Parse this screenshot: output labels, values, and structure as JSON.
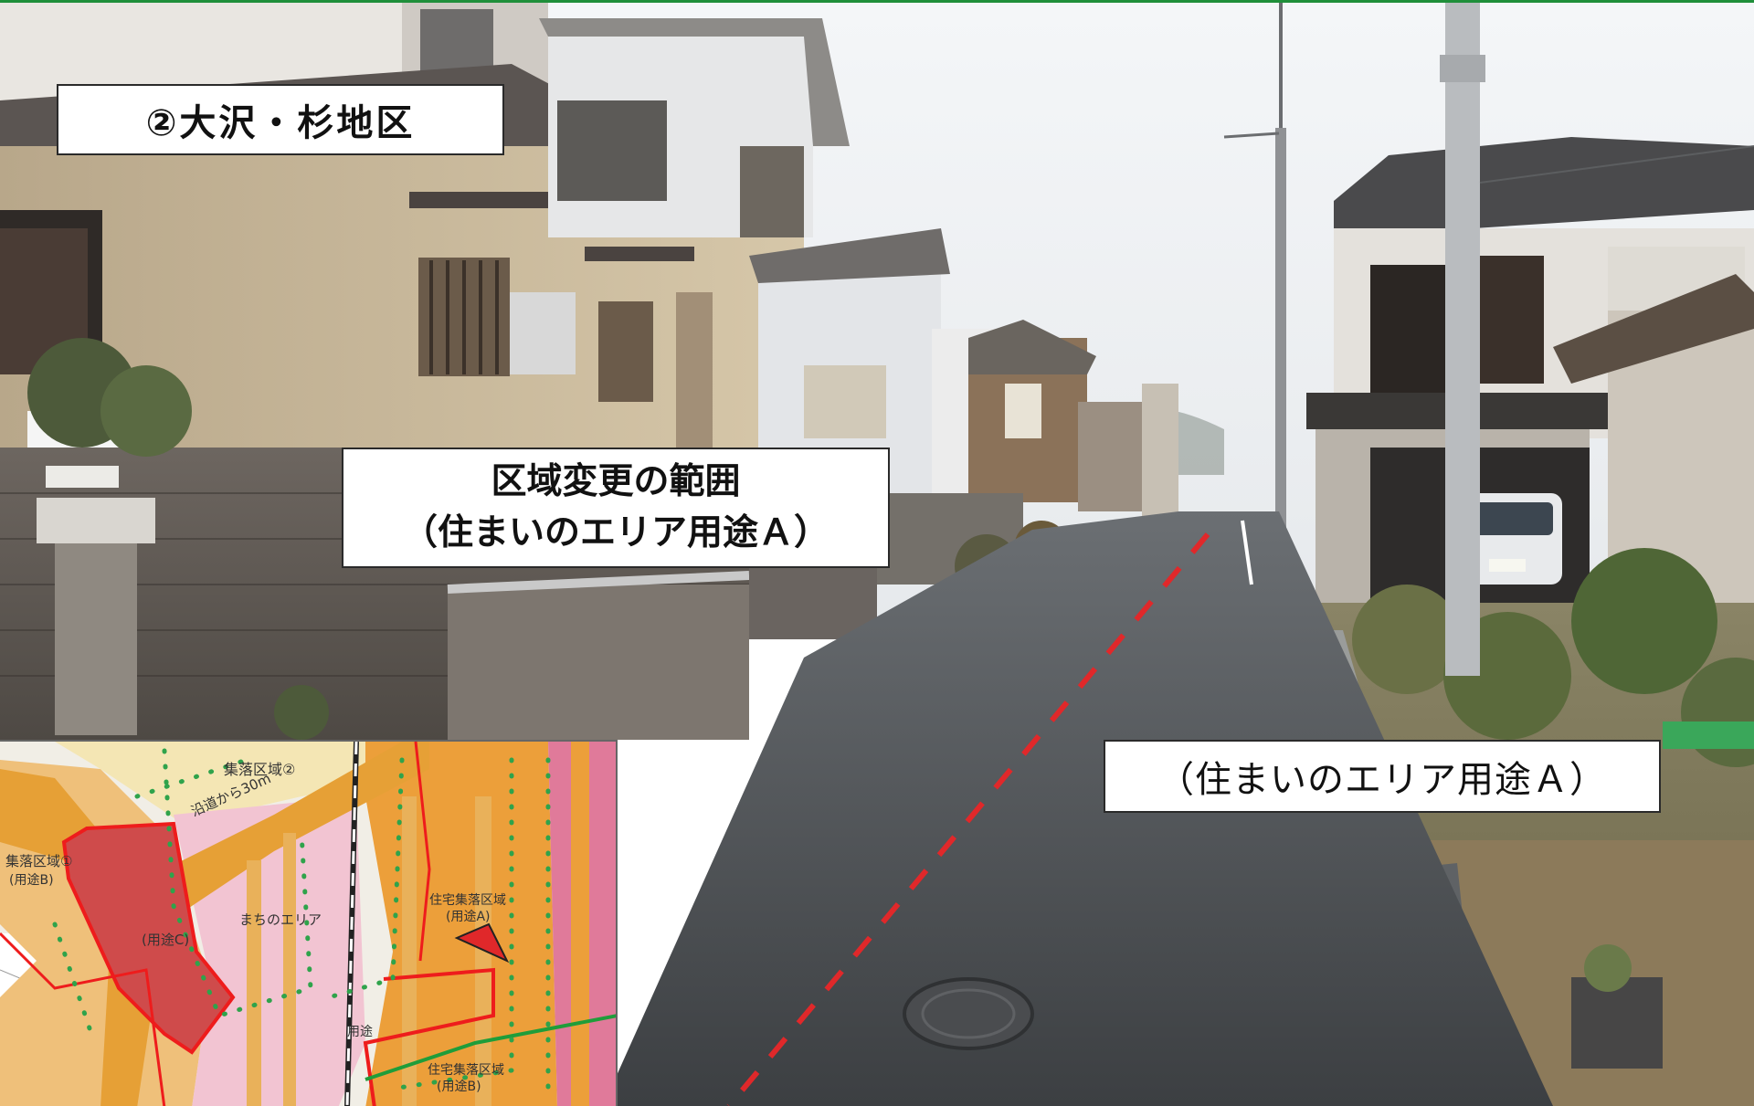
{
  "labels": {
    "district_title": "②大沢・杉地区",
    "change_area_line1": "区域変更の範囲",
    "change_area_line2": "（住まいのエリア用途Ａ）",
    "zone_label": "（住まいのエリア用途Ａ）"
  },
  "map": {
    "village_area_top": "集落区域②",
    "roadside_note": "沿道から30m",
    "village_area_left": "集落区域①",
    "use_b_left": "(用途B)",
    "use_c": "(用途C)",
    "town_area": "まちのエリア",
    "residential_village_a": "住宅集落区域",
    "use_a": "(用途A)",
    "use_small": "用途",
    "residential_village_b": "住宅集落区域",
    "use_b_bottom": "(用途B)"
  },
  "colors": {
    "route_line": "#e0282a",
    "map_orange": "#e9a43a",
    "map_pink": "#f2c4d2",
    "map_red": "#d23b3b",
    "map_boundary": "#ee1c1c",
    "map_dots": "#2fa34b"
  },
  "icons": {
    "marker": "red-triangle-marker-icon",
    "manhole": "manhole-cover-icon"
  }
}
